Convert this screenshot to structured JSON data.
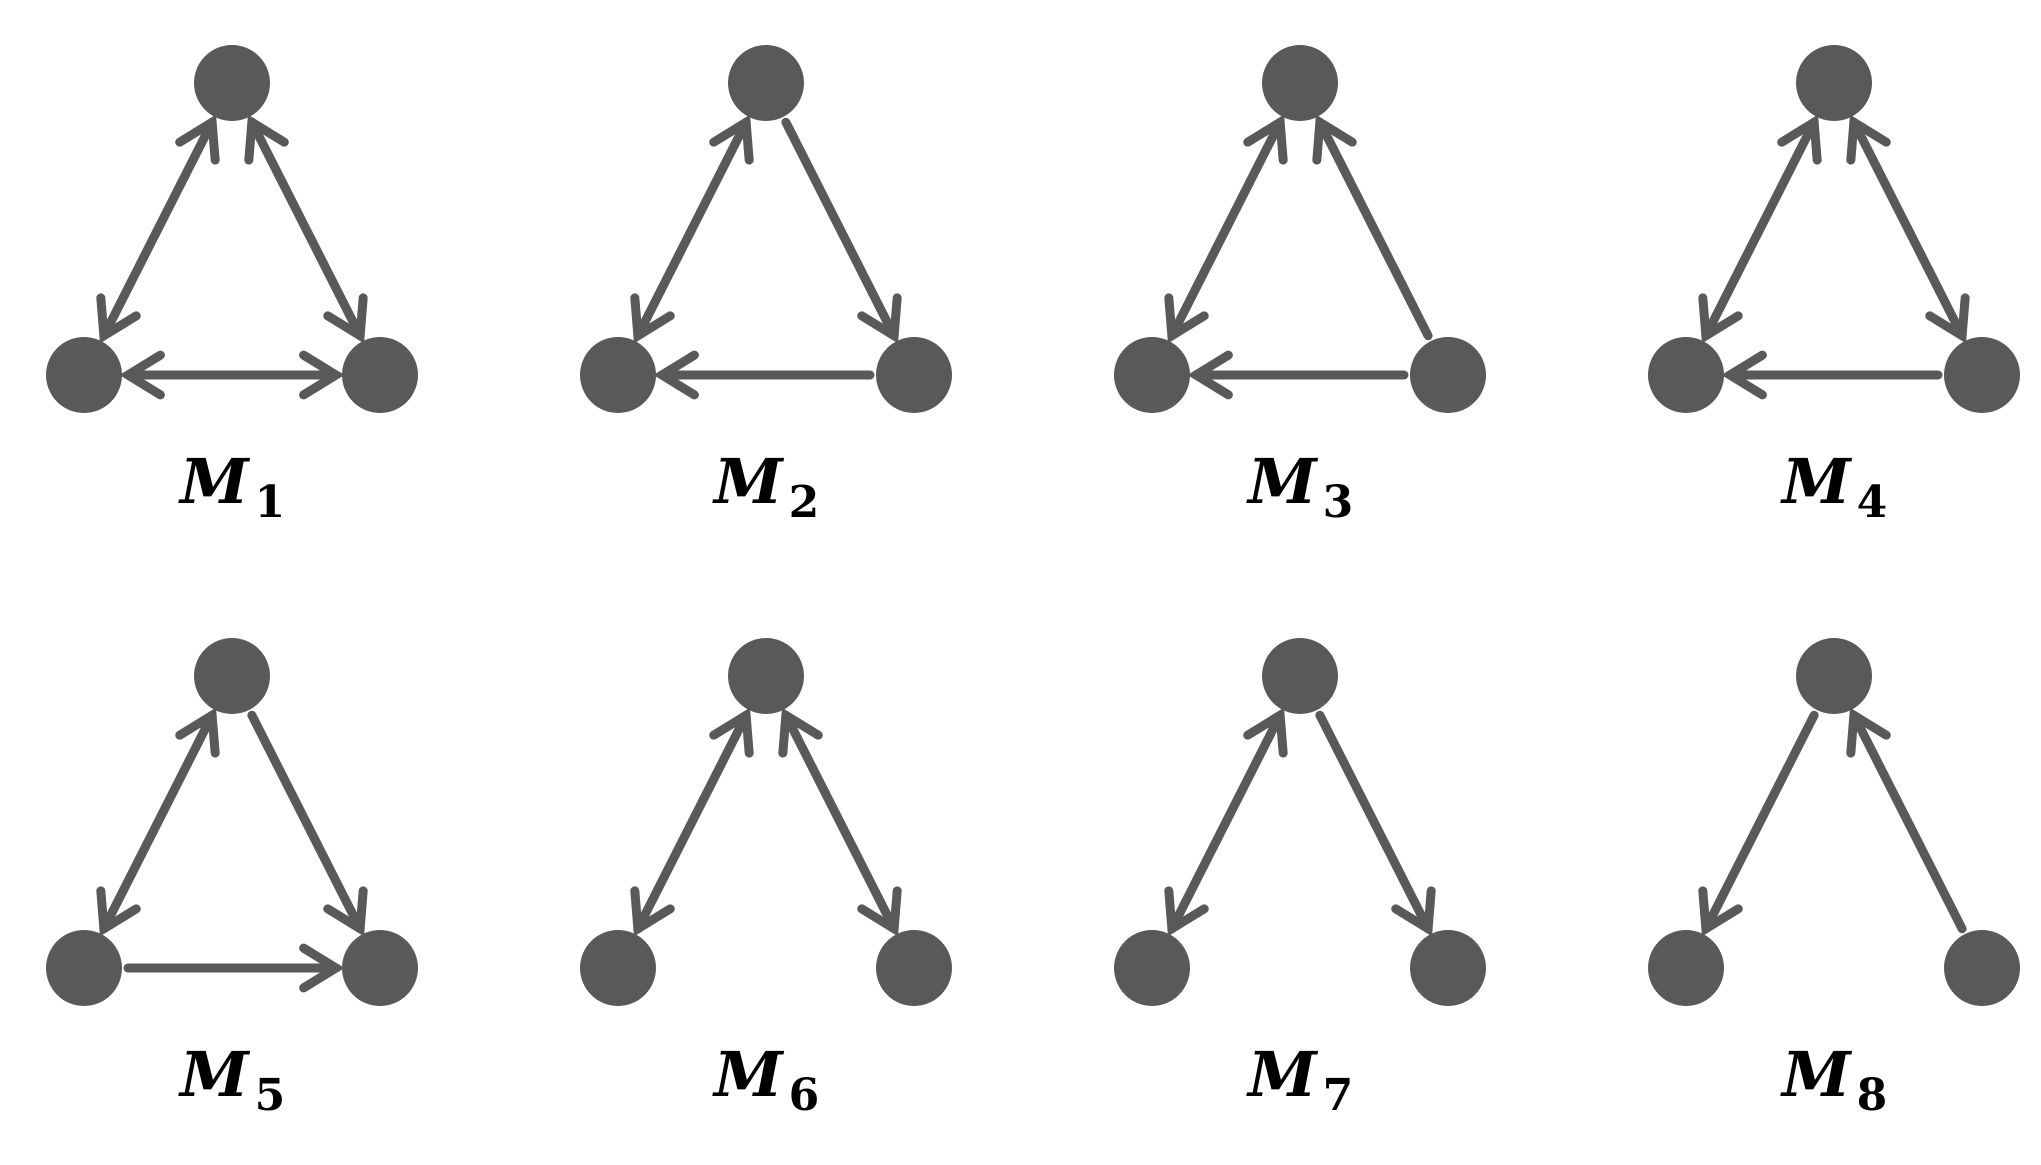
{
  "motifs": [
    {
      "name": "M",
      "sub": "1",
      "edges": {
        "top-left": "both",
        "top-right": "both",
        "left-right": "both"
      }
    },
    {
      "name": "M",
      "sub": "2",
      "edges": {
        "top-left": "both",
        "top-right": "to-right",
        "left-right": "to-left"
      }
    },
    {
      "name": "M",
      "sub": "3",
      "edges": {
        "top-left": "both",
        "top-right": "to-top",
        "left-right": "to-left"
      }
    },
    {
      "name": "M",
      "sub": "4",
      "edges": {
        "top-left": "both",
        "top-right": "both",
        "left-right": "to-left"
      }
    },
    {
      "name": "M",
      "sub": "5",
      "edges": {
        "top-left": "both",
        "top-right": "to-right",
        "left-right": "to-right"
      }
    },
    {
      "name": "M",
      "sub": "6",
      "edges": {
        "top-left": "both",
        "top-right": "both",
        "left-right": "none"
      }
    },
    {
      "name": "M",
      "sub": "7",
      "edges": {
        "top-left": "both",
        "top-right": "to-right",
        "left-right": "none"
      }
    },
    {
      "name": "M",
      "sub": "8",
      "edges": {
        "top-left": "to-left",
        "top-right": "to-top",
        "left-right": "none"
      }
    }
  ],
  "colors": {
    "node": "#595959",
    "edge": "#595959",
    "label": "#000000"
  }
}
